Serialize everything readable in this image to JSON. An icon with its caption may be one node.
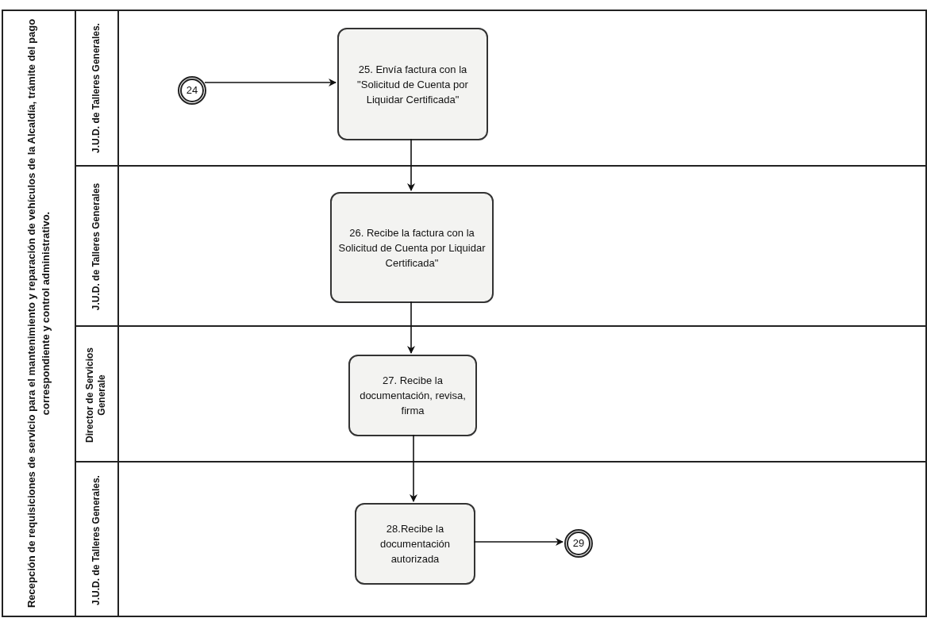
{
  "diagram": {
    "nodes": [
      {
        "text": [
          "Recepción de requisiciones de servicio para el mantenimiento y reparación de vehículos de la Alcaldía, trámite del pago correspondiente y control administrativo."
        ]
      },
      {
        "text": [
          "J.U.D. de Talleres Generales."
        ],
        "in": 0
      },
      {
        "text": [
          "J.U.D. de Talleres Generales"
        ],
        "in": 0
      },
      {
        "text": [
          "Director de Servicios Generale"
        ],
        "in": 0
      },
      {
        "text": [
          "J.U.D. de Talleres Generales."
        ],
        "in": 0
      },
      {
        "text": [
          "24"
        ],
        "in": 1
      },
      {
        "text": [
          "25. Envía factura con la \"Solicitud de Cuenta por Liquidar Certificada\""
        ],
        "in": 1
      },
      {
        "text": [
          "26. Recibe la factura con la Solicitud de Cuenta por Liquidar Certificada\""
        ],
        "in": 2
      },
      {
        "text": [
          "27. Recibe la documentación, revisa, firma"
        ],
        "in": 3
      },
      {
        "text": [
          "28.Recibe la documentación autorizada"
        ],
        "in": 4
      },
      {
        "text": [
          "29"
        ],
        "in": 4
      }
    ],
    "edges": [
      {
        "from": 5,
        "to": 6,
        "arrow": "to"
      },
      {
        "from": 6,
        "to": 7,
        "arrow": "to"
      },
      {
        "from": 7,
        "to": 8,
        "arrow": "to"
      },
      {
        "from": 8,
        "to": 9,
        "arrow": "to"
      },
      {
        "from": 9,
        "to": 10,
        "arrow": "to"
      }
    ]
  }
}
